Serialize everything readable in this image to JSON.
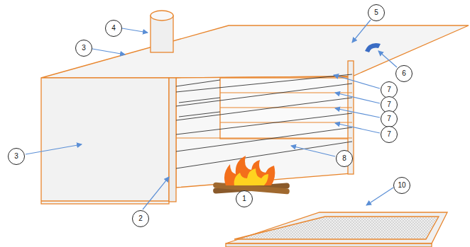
{
  "diagram": {
    "nodes": [
      {
        "text": [
          "5"
        ]
      },
      {
        "text": [
          "4"
        ]
      },
      {
        "text": [
          "3"
        ]
      },
      {
        "text": [
          "6"
        ]
      },
      {
        "text": [
          "7"
        ]
      },
      {
        "text": [
          "7"
        ]
      },
      {
        "text": [
          "7"
        ]
      },
      {
        "text": [
          "7"
        ]
      },
      {
        "text": [
          "3"
        ]
      },
      {
        "text": [
          "8"
        ]
      },
      {
        "text": [
          "10"
        ]
      },
      {
        "text": [
          "1"
        ]
      },
      {
        "text": [
          "2"
        ]
      }
    ]
  }
}
